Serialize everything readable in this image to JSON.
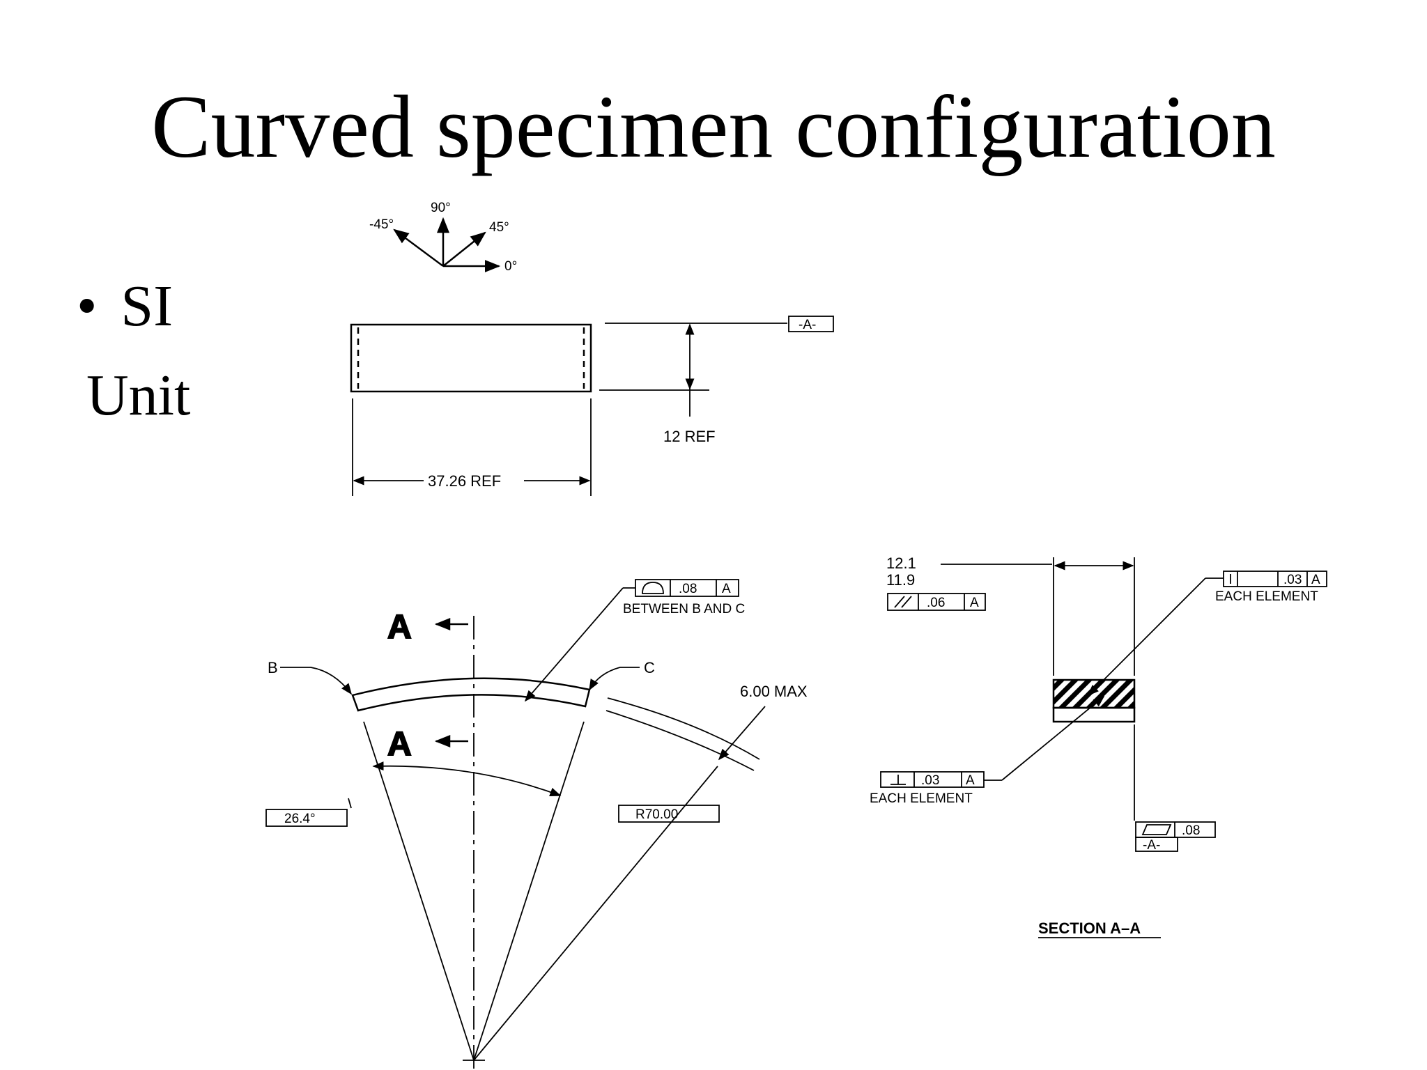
{
  "slide": {
    "title": "Curved specimen configuration",
    "bullet_symbol": "•",
    "bullet_text": "SI",
    "bullet_continuation": "Unit"
  },
  "orientation_key": {
    "angle_90": "90°",
    "angle_neg45": "-45°",
    "angle_45": "45°",
    "angle_0": "0°"
  },
  "top_view": {
    "datum_a": "-A-",
    "height_dim": "12 REF",
    "length_dim": "37.26 REF"
  },
  "front_view": {
    "section_letter_top": "A",
    "section_letter_bottom": "A",
    "point_b": "B",
    "point_c": "C",
    "profile_tol_value": ".08",
    "profile_tol_datum": "A",
    "profile_note": "BETWEEN B AND C",
    "max_thickness": "6.00 MAX",
    "angle_box": "26.4°",
    "radius_box": "R70.00"
  },
  "section_view": {
    "thickness_upper": "12.1",
    "thickness_lower": "11.9",
    "parallel_value": ".06",
    "parallel_datum": "A",
    "perp_top_value": ".03",
    "perp_top_datum": "A",
    "each_element_top": "EACH ELEMENT",
    "perp_left_value": ".03",
    "perp_left_datum": "A",
    "each_element_left": "EACH ELEMENT",
    "flatness_value": ".08",
    "datum_a": "-A-",
    "section_label": "SECTION A–A"
  }
}
